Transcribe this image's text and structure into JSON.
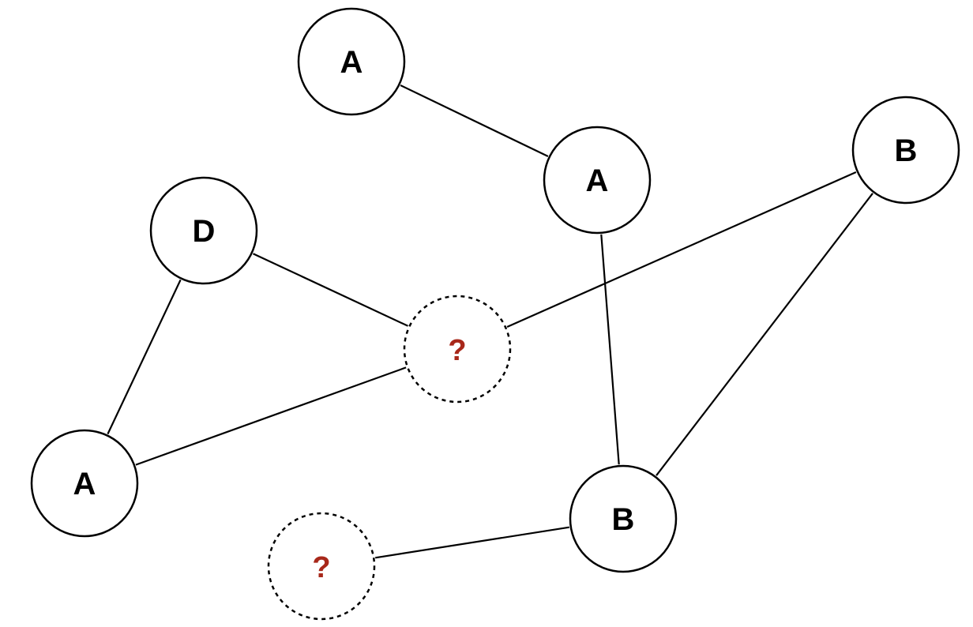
{
  "colors": {
    "stroke": "#000000",
    "node_fill": "#ffffff",
    "label": "#000000",
    "unknown_label": "#a8281a"
  },
  "nodes": [
    {
      "id": "n1",
      "label": "A",
      "kind": "known"
    },
    {
      "id": "n2",
      "label": "A",
      "kind": "known"
    },
    {
      "id": "n3",
      "label": "B",
      "kind": "known"
    },
    {
      "id": "n4",
      "label": "D",
      "kind": "known"
    },
    {
      "id": "n5",
      "label": "?",
      "kind": "unknown"
    },
    {
      "id": "n6",
      "label": "A",
      "kind": "known"
    },
    {
      "id": "n7",
      "label": "B",
      "kind": "known"
    },
    {
      "id": "n8",
      "label": "?",
      "kind": "unknown"
    }
  ],
  "edges": [
    [
      "n1",
      "n2"
    ],
    [
      "n2",
      "n7"
    ],
    [
      "n3",
      "n5"
    ],
    [
      "n3",
      "n7"
    ],
    [
      "n4",
      "n5"
    ],
    [
      "n4",
      "n6"
    ],
    [
      "n5",
      "n6"
    ],
    [
      "n7",
      "n8"
    ]
  ]
}
